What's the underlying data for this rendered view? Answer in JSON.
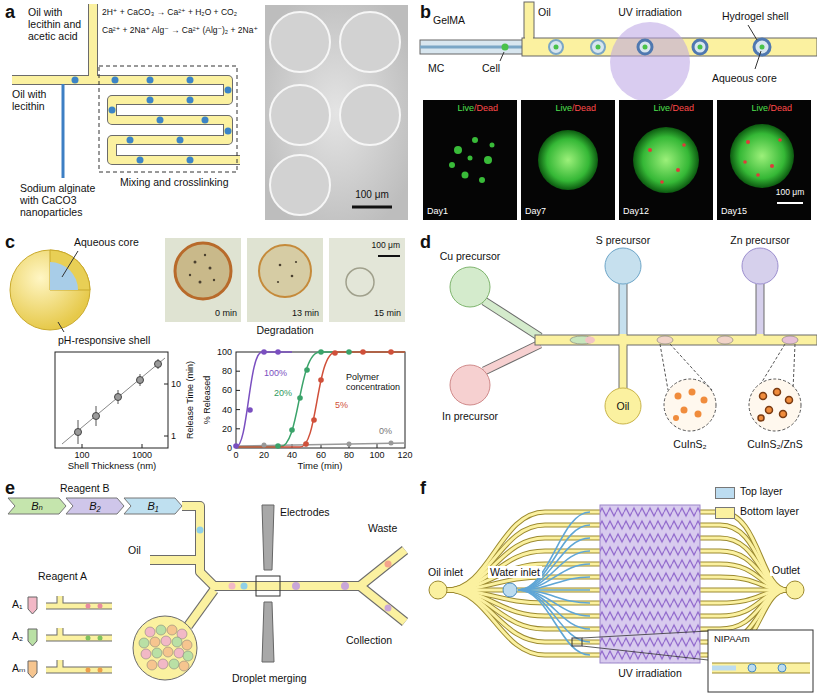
{
  "diagram": {
    "nodes": [
      {
        "text": [
          "Bₙ"
        ]
      },
      {
        "text": [
          "B₂"
        ]
      },
      {
        "text": [
          "B₁"
        ]
      }
    ],
    "labels": [
      "a",
      "Oil with lecithin and acetic acid",
      "2H⁺ + CaCO₃ → Ca²⁺ + H₂O + CO₂",
      "Ca²⁺ + 2Na⁺ Alg⁻ → Ca²⁺ (Alg⁻)₂ + 2Na⁺",
      "Oil with lecithin",
      "Sodium alginate with CaCO3 nanoparticles",
      "Mixing and crosslinking",
      "100 μm",
      "b",
      "GelMA",
      "Oil",
      "MC",
      "Cell",
      "UV irradiation",
      "Hydrogel shell",
      "Aqueous core",
      "Live",
      "/Dead",
      "Live",
      "/Dead",
      "Live",
      "/Dead",
      "Live",
      "/Dead",
      "Day1",
      "Day7",
      "Day12",
      "Day15",
      "100 μm",
      "c",
      "Aqueous core",
      "pH-responsive shell",
      "0 min",
      "13 min",
      "15 min",
      "100 μm",
      "Degradation",
      "Release Time (min)",
      "Shell Thickness (nm)",
      "100",
      "1000",
      "1",
      "10",
      "% Released",
      "Time (min)",
      "0",
      "20",
      "40",
      "60",
      "80",
      "100",
      "0",
      "20",
      "40",
      "60",
      "80",
      "100",
      "120",
      "100%",
      "20%",
      "5%",
      "0%",
      "Polymer concentration",
      "d",
      "Cu precursor",
      "In precursor",
      "S precursor",
      "Zn precursor",
      "Oil",
      "CuInS₂",
      "CuInS₂/ZnS",
      "e",
      "Reagent B",
      "Oil",
      "Reagent A",
      "A₁",
      "A₂",
      "Aₘ",
      "Electrodes",
      "Waste",
      "Collection",
      "Droplet merging",
      "f",
      "Oil inlet",
      "Water inlet",
      "Outlet",
      "UV irradiation",
      "NIPAAm"
    ],
    "legend": [
      {
        "text": "Top layer",
        "color": "#bcdcf0"
      },
      {
        "text": "Bottom layer",
        "color": "#fbf1a0"
      }
    ]
  }
}
